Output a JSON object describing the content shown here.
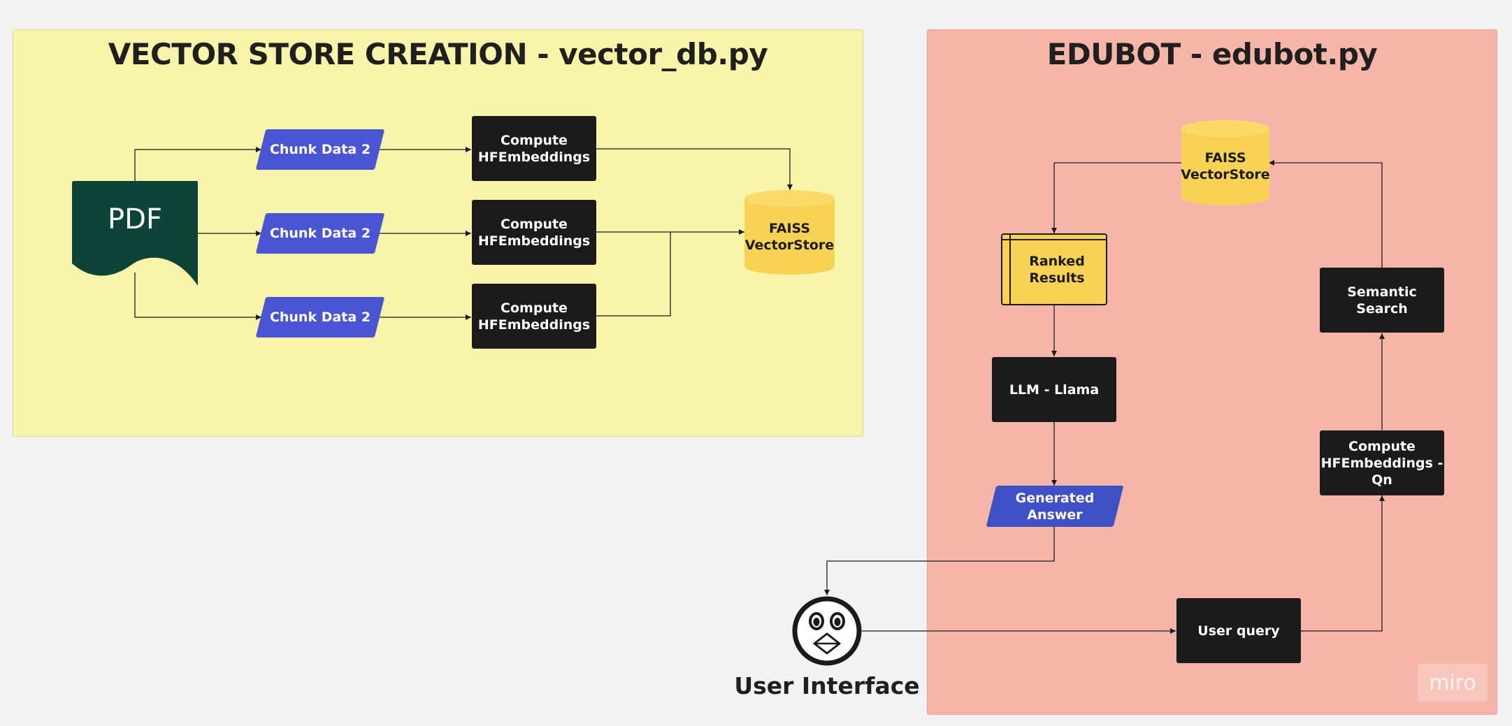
{
  "frames": {
    "left": {
      "title": "VECTOR STORE CREATION - vector_db.py",
      "color": "#f8f4aa"
    },
    "right": {
      "title": "EDUBOT - edubot.py",
      "color": "#f5b5a8"
    }
  },
  "vector_db": {
    "pdf_label": "PDF",
    "chunks": [
      "Chunk Data 2",
      "Chunk Data 2",
      "Chunk Data 2"
    ],
    "embeddings": [
      "Compute\nHFEmbeddings",
      "Compute\nHFEmbeddings",
      "Compute\nHFEmbeddings"
    ],
    "store_label": "FAISS\nVectorStore"
  },
  "edubot": {
    "store_label": "FAISS\nVectorStore",
    "ranked_label": "Ranked\nResults",
    "llm_label": "LLM - Llama",
    "answer_label": "Generated\nAnswer",
    "semantic_label": "Semantic Search",
    "embed_qn_label": "Compute\nHFEmbeddings -\nQn",
    "query_label": "User query"
  },
  "user_interface": {
    "label": "User Interface"
  },
  "watermark": "miro",
  "colors": {
    "dark_box": "#1b1b1b",
    "chunk_blue": "#4a55d4",
    "pdf_green": "#0e4438",
    "cylinder_yellow": "#f8d254"
  }
}
